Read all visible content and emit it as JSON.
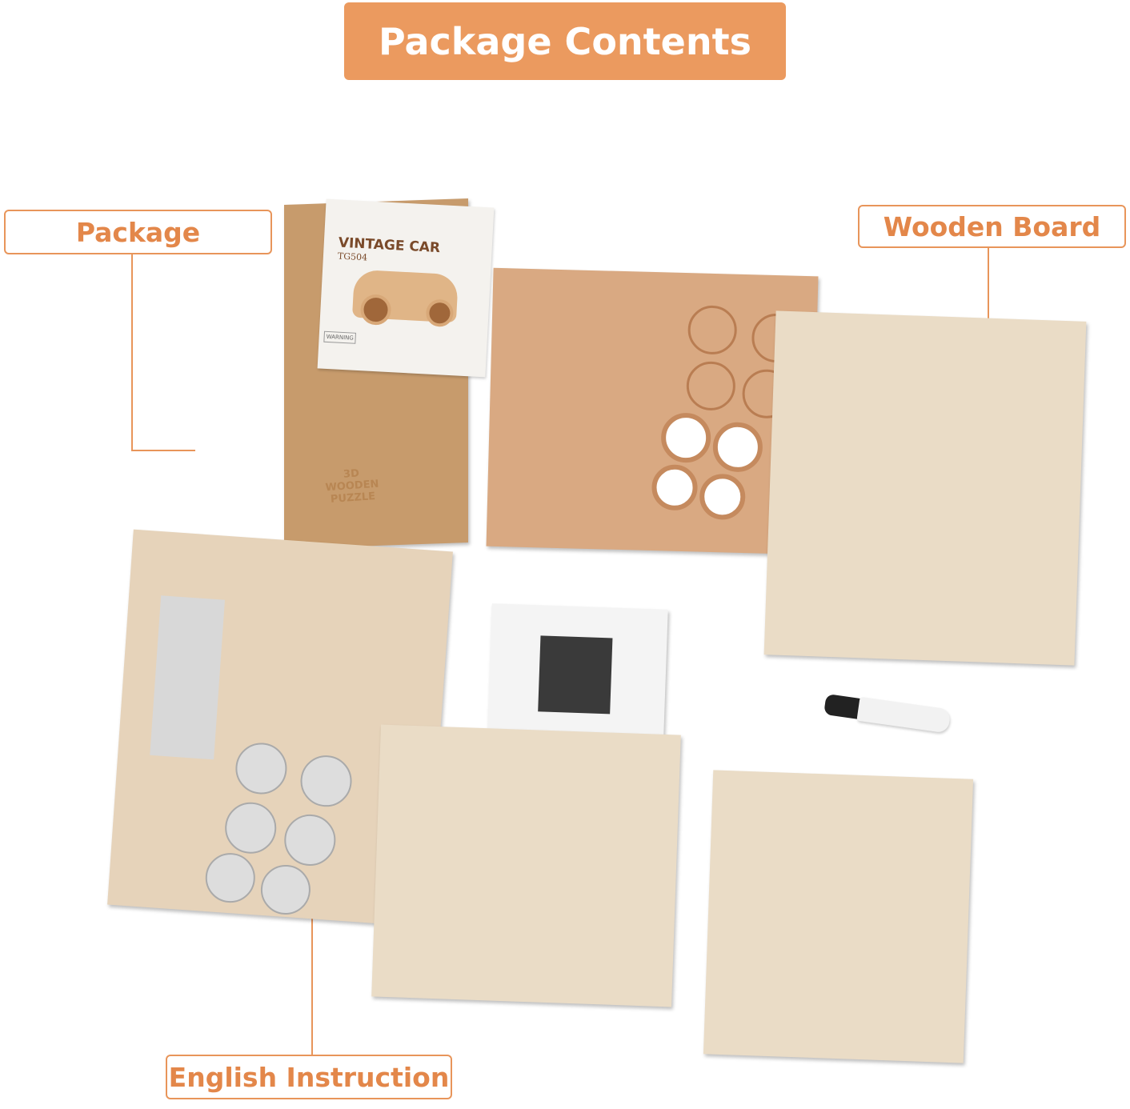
{
  "header": {
    "title": "Package Contents"
  },
  "labels": {
    "package": "Package",
    "wooden_board": "Wooden Board",
    "english_instruction": "English Instruction"
  },
  "package_card": {
    "product_name": "VINTAGE CAR",
    "model": "TG504",
    "warning": "WARNING",
    "box_text": "3D WOODEN PUZZLE"
  },
  "colors": {
    "accent": "#eb9a5f",
    "label_text": "#e3874a",
    "kraft": "#c79b6c",
    "plywood": "#eadcc6",
    "cut_board": "#d9a982"
  }
}
